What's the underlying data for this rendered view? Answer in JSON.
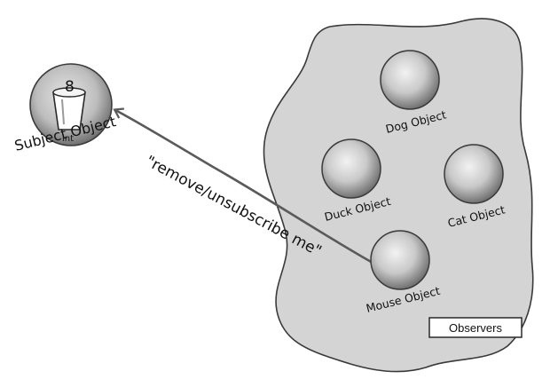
{
  "subject": {
    "value": "8",
    "type_label": "int",
    "label": "Subject Object"
  },
  "observers": {
    "box_label": "Observers",
    "items": [
      {
        "id": "dog",
        "label": "Dog Object"
      },
      {
        "id": "duck",
        "label": "Duck Object"
      },
      {
        "id": "cat",
        "label": "Cat Object"
      },
      {
        "id": "mouse",
        "label": "Mouse Object"
      }
    ]
  },
  "message": {
    "text": "\"remove/unsubscribe me\""
  },
  "colors": {
    "cloud_fill": "#d4d4d4",
    "sphere_light": "#ececec",
    "sphere_dark": "#6f6f6f",
    "arrow": "#5a5a5a",
    "ink": "#111111"
  }
}
